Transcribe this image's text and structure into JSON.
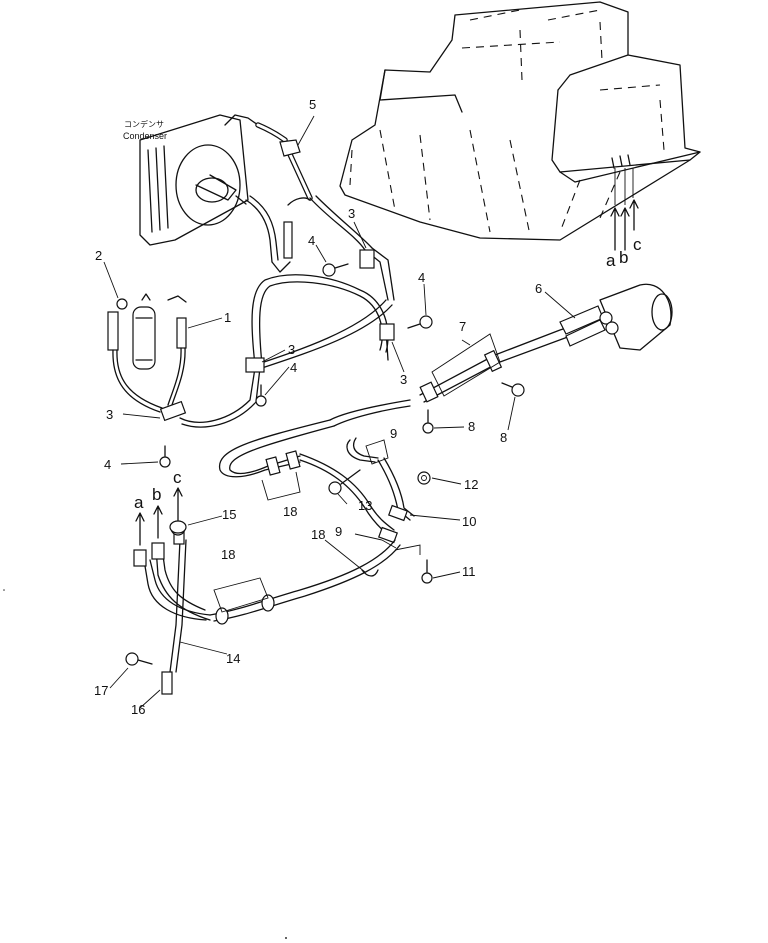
{
  "labels": {
    "condenser_jp": "コンデンサ",
    "condenser_en": "Condenser",
    "top_right_a": "a",
    "top_right_b": "b",
    "top_right_c": "c",
    "left_a": "a",
    "left_b": "b",
    "left_c": "c"
  },
  "part_numbers": {
    "p1": "1",
    "p2": "2",
    "p3a": "3",
    "p3b": "3",
    "p3c": "3",
    "p3d": "3",
    "p4a": "4",
    "p4b": "4",
    "p4c": "4",
    "p4d": "4",
    "p5": "5",
    "p6": "6",
    "p7": "7",
    "p8a": "8",
    "p8b": "8",
    "p9a": "9",
    "p9b": "9",
    "p10": "10",
    "p11": "11",
    "p12": "12",
    "p13": "13",
    "p14": "14",
    "p15": "15",
    "p16": "16",
    "p17": "17",
    "p18a": "18",
    "p18b": "18",
    "p18c": "18"
  }
}
